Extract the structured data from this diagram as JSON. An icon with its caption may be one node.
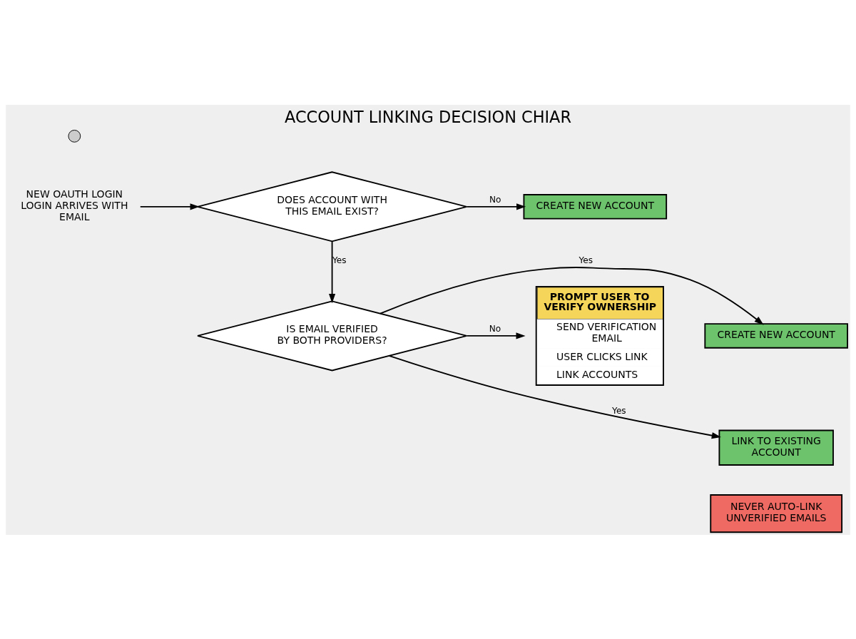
{
  "diagram": {
    "title": "ACCOUNT LINKING DECISION CHIAR",
    "nodes": [
      {
        "text": [],
        "shape": "circle"
      },
      {
        "text": [
          "NEW OAUTH LOGIN LOGIN ARRIVES WITH EMAIL"
        ]
      },
      {
        "text": [
          "DOES ACCOUNT WITH THIS EMAIL EXIST?"
        ]
      },
      {
        "text": [
          "CREATE NEW ACCOUNT"
        ]
      },
      {
        "text": [
          "IS EMAIL VERIFIED BY BOTH PROVIDERS?"
        ]
      },
      {
        "text": [
          "CREATE NEW ACCOUNT"
        ]
      },
      {
        "text": [
          "PROMPT USER TO VERIFY OWNERSHIP",
          "SEND VERIFICATION EMAIL",
          "USER CLICKS LINK",
          "LINK ACCOUNTS"
        ]
      },
      {
        "text": [
          "LINK TO EXISTING ACCOUNT"
        ]
      },
      {
        "text": [
          "NEVER AUTO-LINK UNVERIFIED EMAILS"
        ]
      }
    ],
    "edges": [
      {
        "from": 1,
        "to": 2,
        "arrow": "to"
      },
      {
        "from": 2,
        "to": 3,
        "label": "No",
        "arrow": "to"
      },
      {
        "from": 2,
        "to": 4,
        "label": "Yes",
        "arrow": "to"
      },
      {
        "from": 4,
        "to": 5,
        "label": "Yes",
        "arrow": "to"
      },
      {
        "from": 4,
        "to": 6,
        "label": "No",
        "arrow": "to"
      },
      {
        "from": 4,
        "to": 7,
        "label": "Yes",
        "arrow": "to"
      }
    ]
  }
}
